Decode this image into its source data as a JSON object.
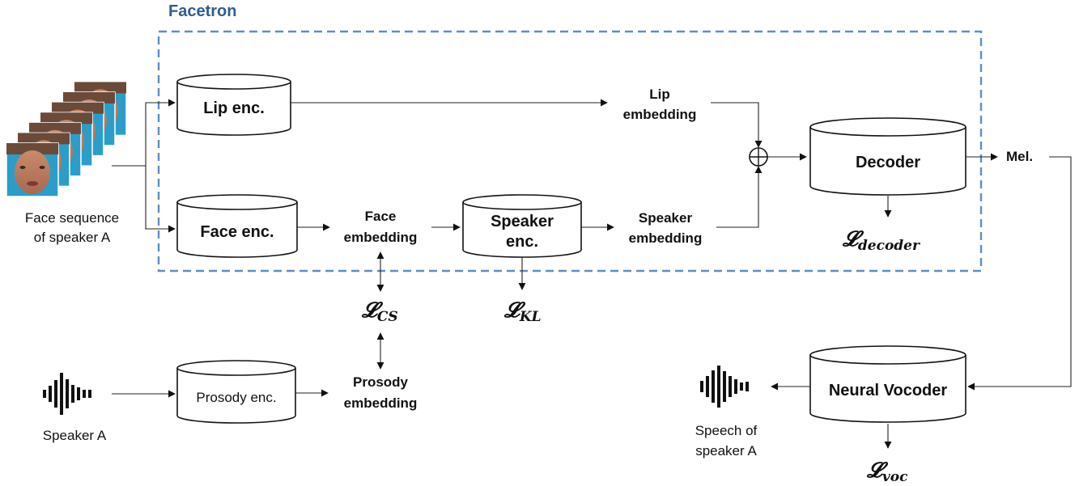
{
  "diagram": {
    "title": "Facetron",
    "colors": {
      "dashed_border": "#5b8fc7",
      "title": "#2f5d8f",
      "ink": "#111111"
    },
    "inputs": {
      "face_sequence_label": [
        "Face sequence",
        "of speaker A"
      ],
      "speaker_audio_label": "Speaker A"
    },
    "blocks": {
      "lip_enc": "Lip enc.",
      "face_enc": "Face enc.",
      "speaker_enc": [
        "Speaker",
        "enc."
      ],
      "decoder": "Decoder",
      "prosody_enc": "Prosody enc.",
      "neural_vocoder": "Neural Vocoder"
    },
    "embeddings": {
      "lip": [
        "Lip",
        "embedding"
      ],
      "face": [
        "Face",
        "embedding"
      ],
      "speaker": [
        "Speaker",
        "embedding"
      ],
      "prosody": [
        "Prosody",
        "embedding"
      ]
    },
    "losses": {
      "decoder": {
        "symbol": "𝓛",
        "sub": "decoder"
      },
      "cs": {
        "symbol": "𝓛",
        "sub": "CS"
      },
      "kl": {
        "symbol": "𝓛",
        "sub": "KL"
      },
      "voc": {
        "symbol": "𝓛",
        "sub": "voc"
      }
    },
    "outputs": {
      "mel": "Mel.",
      "speech_label": [
        "Speech of",
        "speaker A"
      ]
    },
    "icons": [
      "face-frame-stack",
      "waveform-icon",
      "sum-circle-icon"
    ]
  }
}
